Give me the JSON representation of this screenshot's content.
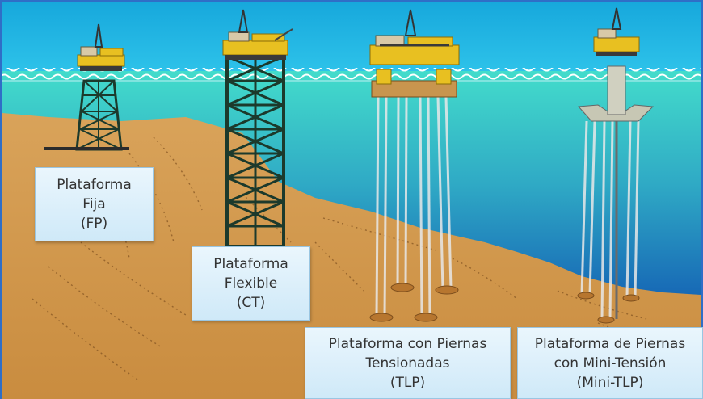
{
  "labels": {
    "fp": {
      "line1": "Plataforma",
      "line2": "Fija",
      "line3": "(FP)"
    },
    "ct": {
      "line1": "Plataforma",
      "line2": "Flexible",
      "line3": "(CT)"
    },
    "tlp": {
      "line1": "Plataforma con Piernas",
      "line2": "Tensionadas",
      "line3": "(TLP)"
    },
    "mini_tlp": {
      "line1": "Plataforma de Piernas",
      "line2": "con Mini-Tensión",
      "line3": "(Mini-TLP)"
    }
  },
  "colors": {
    "frame_border": "#2f6ec7",
    "sky": "#1fb4e3",
    "sea_surface": "#3cd6c8",
    "sea_deep": "#0b4fa8",
    "seabed": "#d59a4e",
    "platform_yellow": "#e8c021",
    "jacket": "#1c3a2c"
  }
}
